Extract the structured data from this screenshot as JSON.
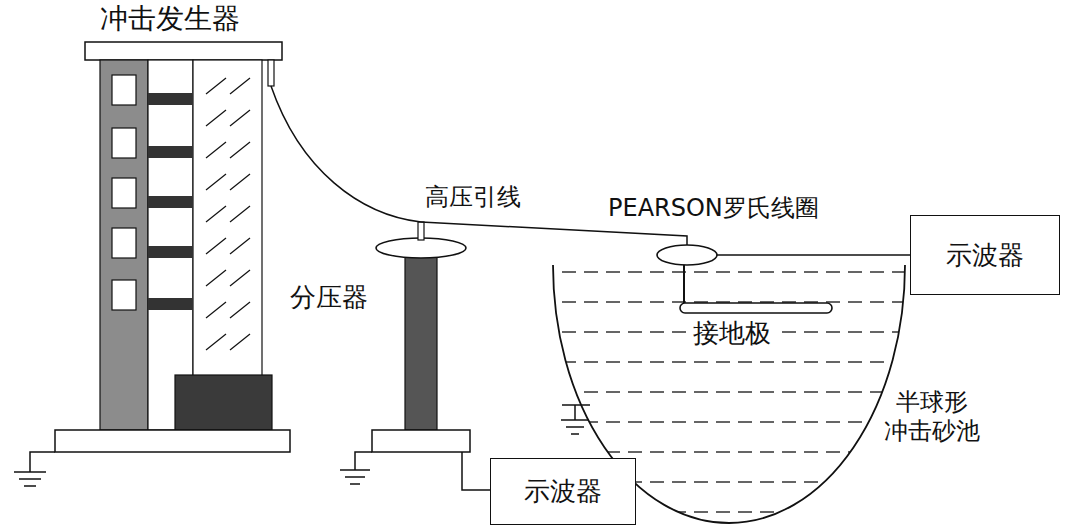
{
  "diagram": {
    "nodes": [
      {
        "text": [
          "示波器"
        ]
      },
      {
        "text": [
          "示波器"
        ]
      }
    ],
    "labels": [
      "冲击发生器",
      "高压引线",
      "PEARSON罗氏线圈",
      "分压器",
      "接地极",
      "半球形 冲击砂池"
    ]
  }
}
